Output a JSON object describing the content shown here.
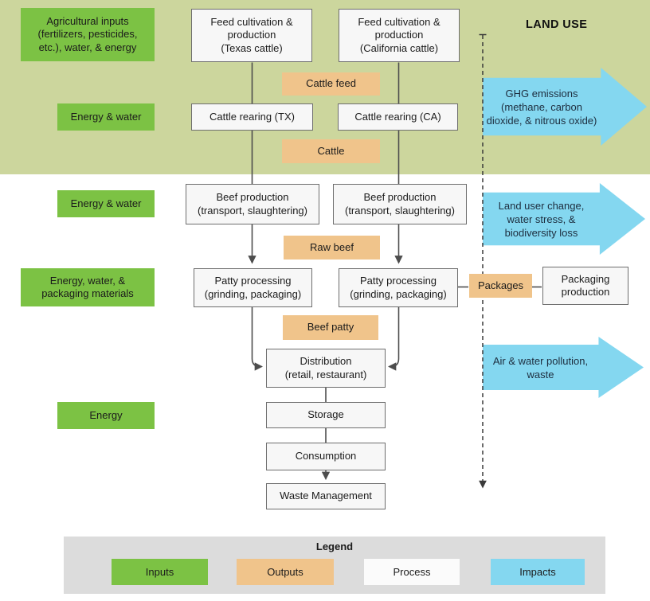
{
  "header": {
    "land_use_label": "LAND USE"
  },
  "colors": {
    "band_olive": "#ccd69d",
    "input_green": "#7cc244",
    "output_orange": "#f0c48b",
    "process_bg": "#f7f7f7",
    "impact_blue": "#84d7f0",
    "legend_gray": "#dcdcdc"
  },
  "inputs": {
    "agricultural": "Agricultural inputs\n(fertilizers, pesticides,\netc.), water, & energy",
    "energy_water_rearing": "Energy & water",
    "energy_water_beef": "Energy & water",
    "energy_water_packaging": "Energy, water, &\npackaging materials",
    "energy": "Energy"
  },
  "processes": {
    "feed_tx": "Feed cultivation &\nproduction\n(Texas cattle)",
    "feed_ca": "Feed cultivation &\nproduction\n(California cattle)",
    "rearing_tx": "Cattle rearing (TX)",
    "rearing_ca": "Cattle rearing (CA)",
    "beef_tx": "Beef production\n(transport, slaughtering)",
    "beef_ca": "Beef production\n(transport, slaughtering)",
    "patty_tx": "Patty processing\n(grinding, packaging)",
    "patty_ca": "Patty processing\n(grinding, packaging)",
    "packaging_production": "Packaging\nproduction",
    "distribution": "Distribution\n(retail, restaurant)",
    "storage": "Storage",
    "consumption": "Consumption",
    "waste_management": "Waste Management"
  },
  "outputs": {
    "cattle_feed": "Cattle feed",
    "cattle": "Cattle",
    "raw_beef": "Raw beef",
    "beef_patty": "Beef patty",
    "packages": "Packages"
  },
  "impacts": {
    "ghg": "GHG emissions\n(methane, carbon\ndioxide, & nitrous oxide)",
    "land_change": "Land user change,\nwater stress, &\nbiodiversity loss",
    "pollution": "Air & water pollution,\nwaste"
  },
  "legend": {
    "title": "Legend",
    "items": [
      {
        "label": "Inputs",
        "color": "#7cc244"
      },
      {
        "label": "Outputs",
        "color": "#f0c48b"
      },
      {
        "label": "Process",
        "color": "#fbfbfb"
      },
      {
        "label": "Impacts",
        "color": "#84d7f0"
      }
    ]
  }
}
